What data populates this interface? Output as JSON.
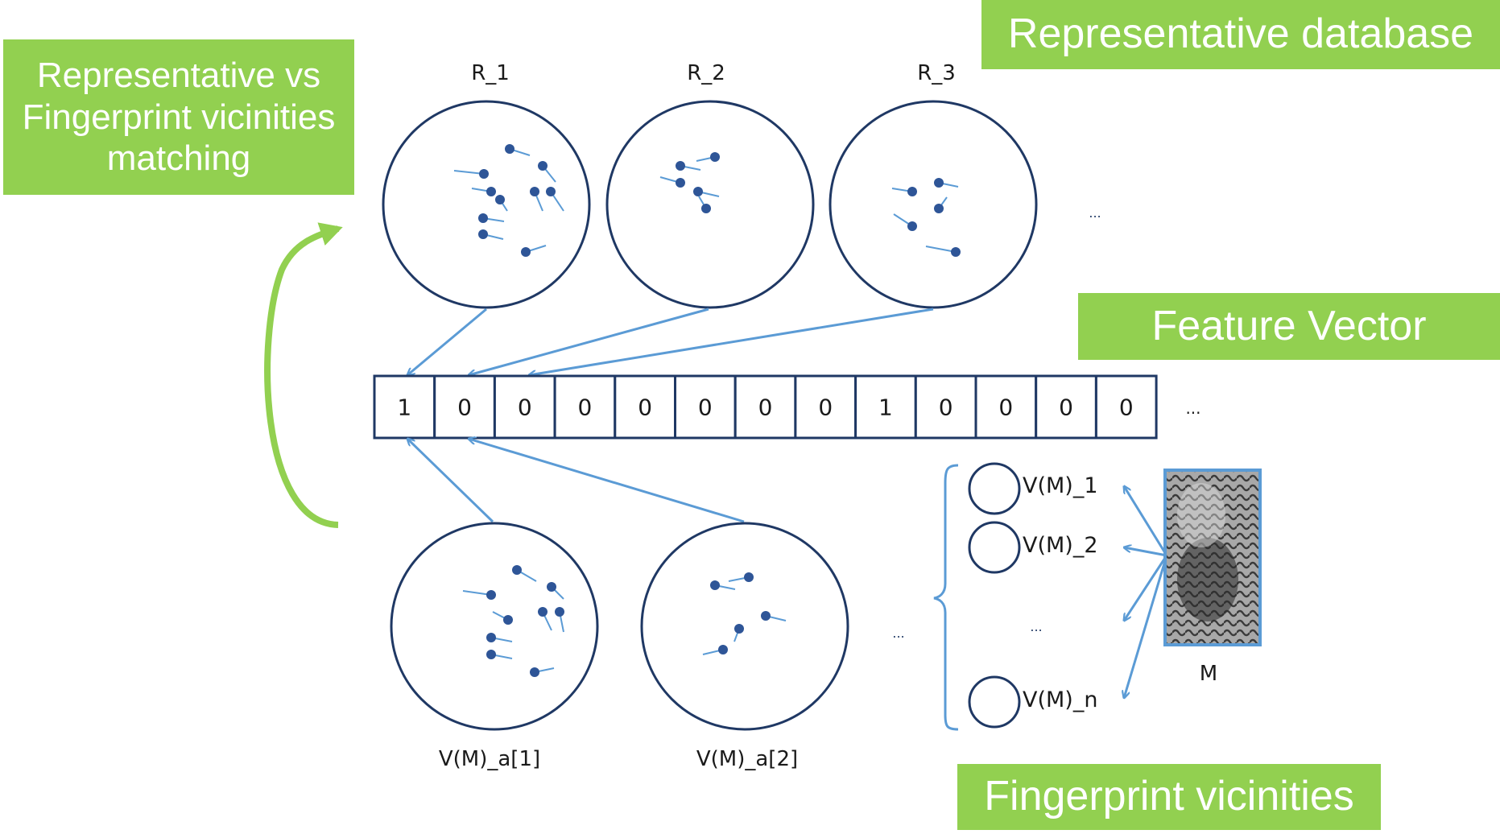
{
  "labels": {
    "matching": "Representative vs Fingerprint vicinities matching",
    "database": "Representative database",
    "feature_vector": "Feature Vector",
    "fingerprint_vicinities": "Fingerprint vicinities"
  },
  "representatives": [
    "R_1",
    "R_2",
    "R_3"
  ],
  "representatives_more": "...",
  "feature_vector": [
    "1",
    "0",
    "0",
    "0",
    "0",
    "0",
    "0",
    "0",
    "1",
    "0",
    "0",
    "0",
    "0"
  ],
  "feature_vector_more": "...",
  "vicinities": [
    "V(M)_a[1]",
    "V(M)_a[2]"
  ],
  "vicinities_more": "...",
  "fingerprint": {
    "vicinity_labels": [
      "V(M)_1",
      "V(M)_2",
      "V(M)_n"
    ],
    "more": "...",
    "image_label": "M"
  },
  "colors": {
    "accent_green": "#92d050",
    "arrow_blue": "#5b9bd5",
    "circle_stroke": "#1f3864",
    "minutia_dot": "#2e5597"
  }
}
